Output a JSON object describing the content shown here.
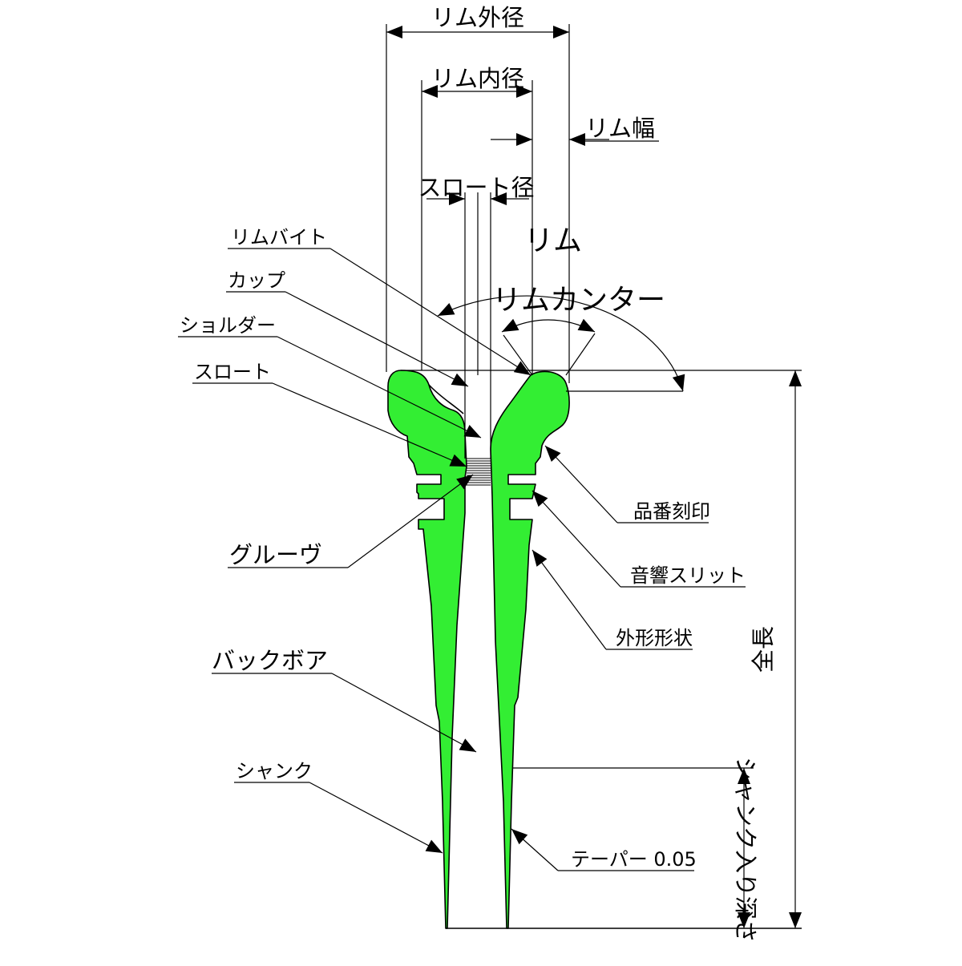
{
  "colors": {
    "body": "#33ee33",
    "line": "#000000",
    "background": "#ffffff"
  },
  "dimensions": {
    "rim_outer": "リム外径",
    "rim_inner": "リム内径",
    "rim_width": "リム幅",
    "throat_diameter": "スロート径",
    "rim": "リム",
    "rim_contour": "リムカンター",
    "overall_length": "全長",
    "shank_depth": "シャンク入り深さ"
  },
  "callouts_left": {
    "rim_bite": "リムバイト",
    "cup": "カップ",
    "shoulder": "ショルダー",
    "throat": "スロート",
    "groove": "グルーヴ",
    "backbore": "バックボア",
    "shank": "シャンク"
  },
  "callouts_right": {
    "part_number": "品番刻印",
    "acoustic_slit": "音響スリット",
    "outer_shape": "外形形状",
    "taper": "テーパー 0.05"
  }
}
